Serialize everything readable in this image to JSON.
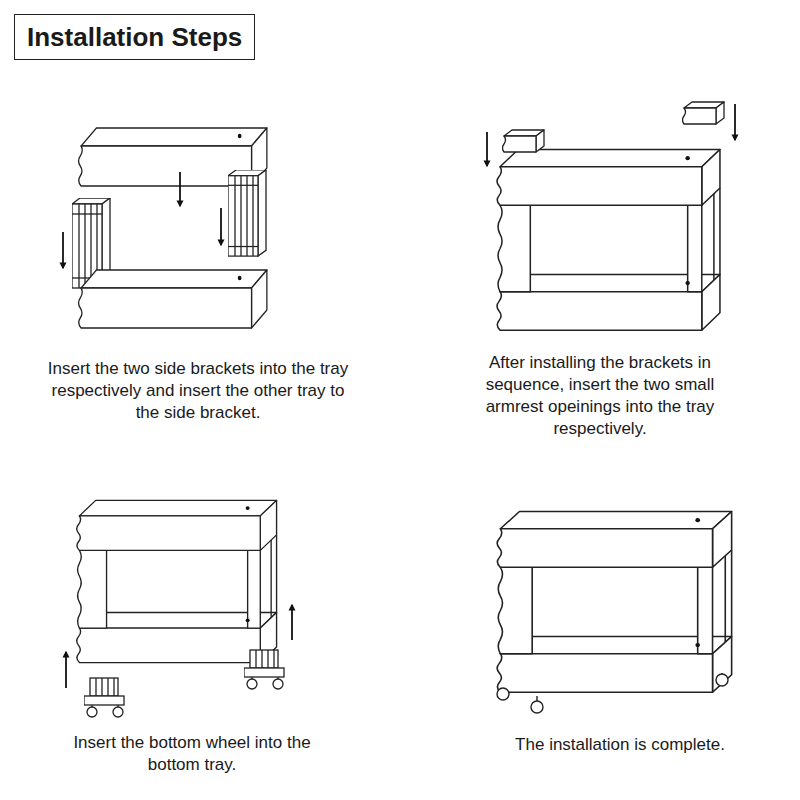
{
  "diagram": {
    "title": "Installation Steps",
    "labels": [
      "Insert the two side brackets into the tray respectively and insert the other tray to the side bracket.",
      "After installing the brackets in sequence, insert the two small armrest opeinings into the tray respectively.",
      "Insert the bottom wheel into the bottom tray.",
      "The installation is complete."
    ]
  }
}
